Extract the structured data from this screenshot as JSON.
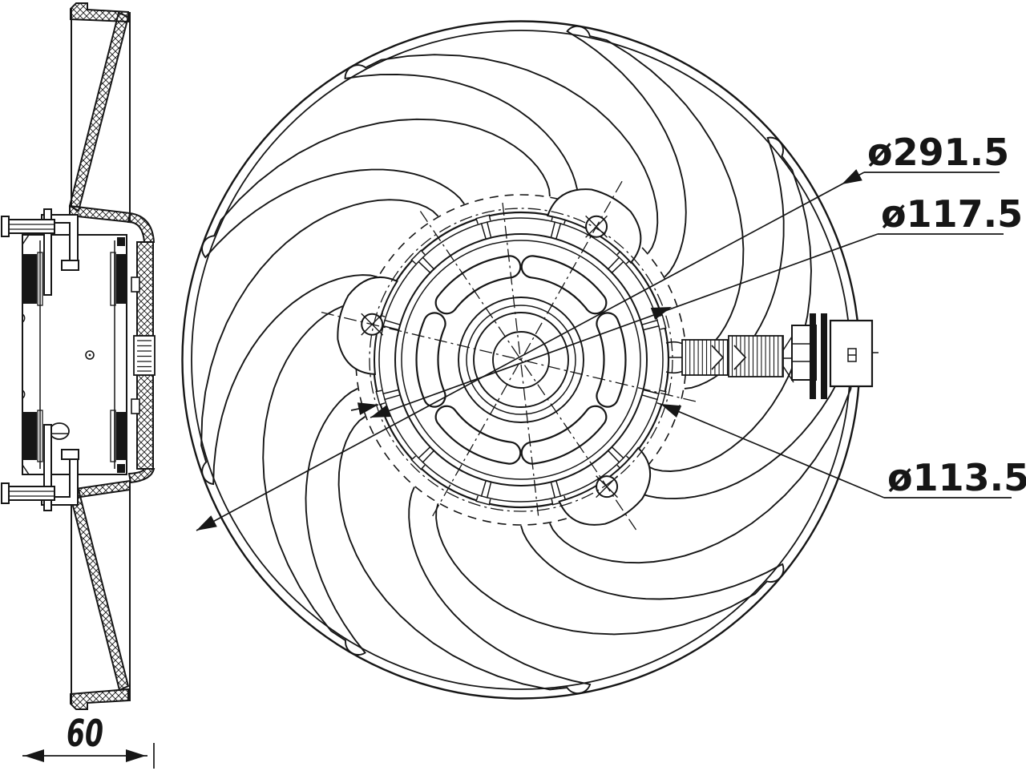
{
  "drawing": {
    "title": "cooling-fan-technical-drawing",
    "labels": {
      "dia_outer": "ø291.5",
      "dia_bolt_circle": "ø117.5",
      "dia_hub": "ø113.5",
      "depth": "60"
    },
    "colors": {
      "line": "#161616",
      "background": "#ffffff"
    }
  }
}
